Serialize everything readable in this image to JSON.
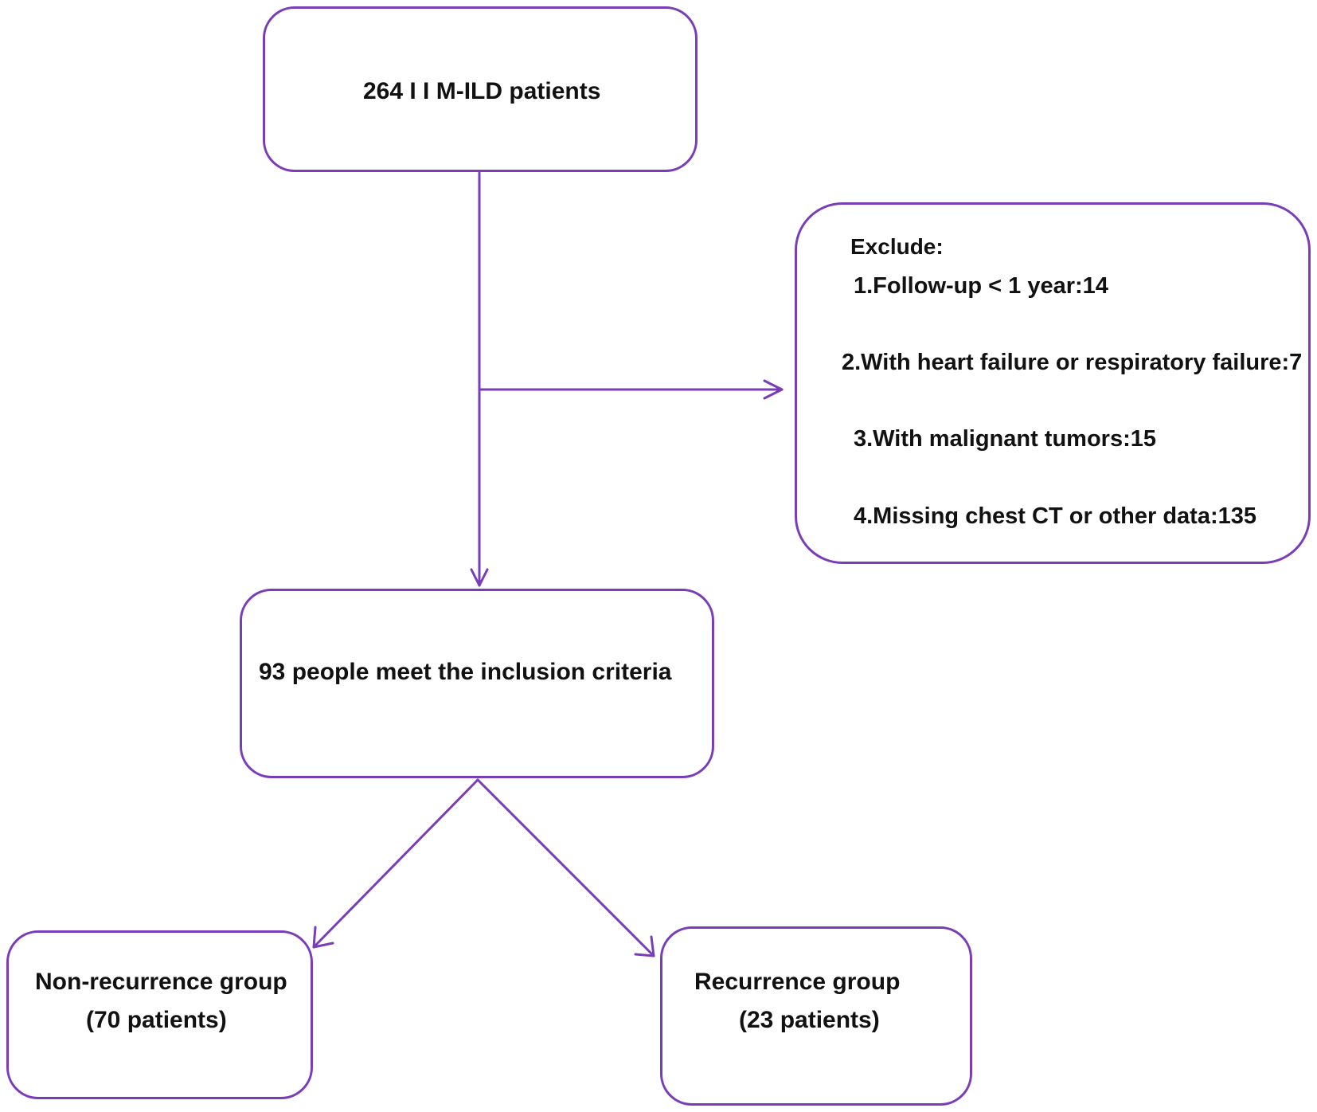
{
  "colors": {
    "border": "#7a3db8",
    "text": "#111111",
    "background": "#ffffff"
  },
  "nodes": {
    "total": {
      "text": "264 I I M-ILD patients"
    },
    "exclude": {
      "heading": "Exclude:",
      "items": [
        "1.Follow-up < 1 year:14",
        "2.With heart failure or respiratory failure:7",
        "3.With malignant tumors:15",
        "4.Missing chest CT or other data:135"
      ]
    },
    "included": {
      "text": "93 people meet the inclusion criteria"
    },
    "non_recurrence": {
      "line1": "Non-recurrence group",
      "line2": "(70 patients)"
    },
    "recurrence": {
      "line1": "Recurrence group",
      "line2": "(23 patients)"
    }
  },
  "edges": [
    {
      "from": "total",
      "to": "included"
    },
    {
      "from": "total",
      "to": "exclude"
    },
    {
      "from": "included",
      "to": "non_recurrence"
    },
    {
      "from": "included",
      "to": "recurrence"
    }
  ]
}
